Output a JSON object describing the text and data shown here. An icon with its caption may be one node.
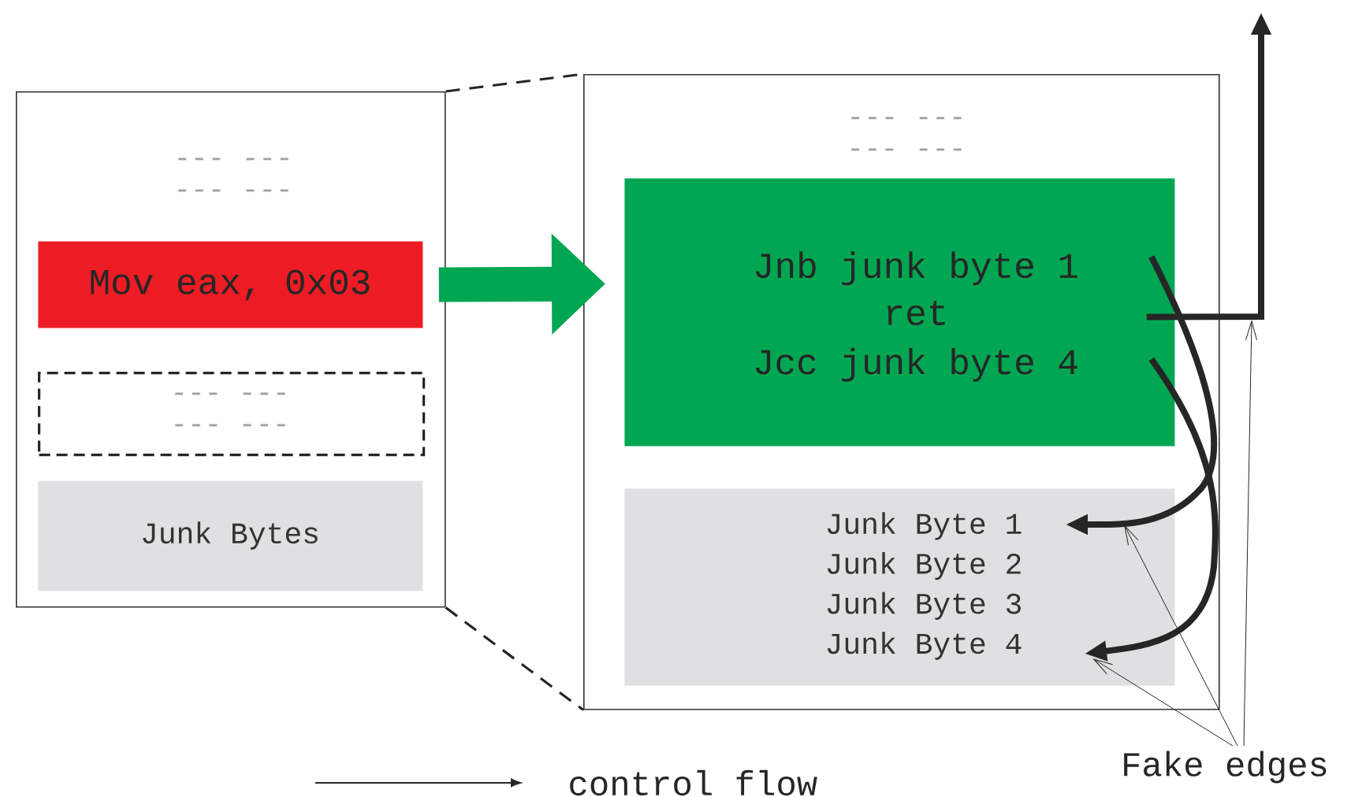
{
  "diagram": {
    "nodes": [
      {
        "text": [
          "--- --- --- ---"
        ]
      },
      {
        "text": [
          "Mov eax, 0x03"
        ],
        "in": 0
      },
      {
        "text": [
          "--- --- --- ---"
        ],
        "in": 0
      },
      {
        "text": [
          "Junk Bytes"
        ],
        "in": 0
      },
      {
        "text": [
          "--- --- --- ---"
        ]
      },
      {
        "text": [
          "Jnb junk byte 1",
          "ret",
          "Jcc junk byte 4"
        ],
        "in": 4
      },
      {
        "text": [
          "Junk Byte 1",
          "Junk Byte 2",
          "Junk Byte 3",
          "Junk Byte 4"
        ],
        "in": 4
      },
      {
        "text": [
          "Fake edges"
        ]
      }
    ],
    "edges": [
      {
        "from": 0,
        "to": 4,
        "arrow": "none",
        "style": "dashed"
      },
      {
        "from": 0,
        "to": 4,
        "arrow": "none",
        "style": "dashed"
      },
      {
        "from": 1,
        "to": 5,
        "arrow": "to",
        "style": "thick",
        "color": "#00a651"
      },
      {
        "from": 5,
        "to": 6,
        "arrow": "to",
        "style": "thick"
      },
      {
        "from": 5,
        "to": 6,
        "arrow": "to",
        "style": "thick"
      },
      {
        "from": 5,
        "to": null,
        "arrow": "to",
        "style": "thick"
      },
      {
        "from": 7,
        "to": 6,
        "arrow": "to"
      },
      {
        "from": 7,
        "to": 6,
        "arrow": "to"
      },
      {
        "from": 7,
        "to": null,
        "arrow": "to"
      }
    ],
    "legend": [
      {
        "text": "control flow"
      }
    ]
  }
}
